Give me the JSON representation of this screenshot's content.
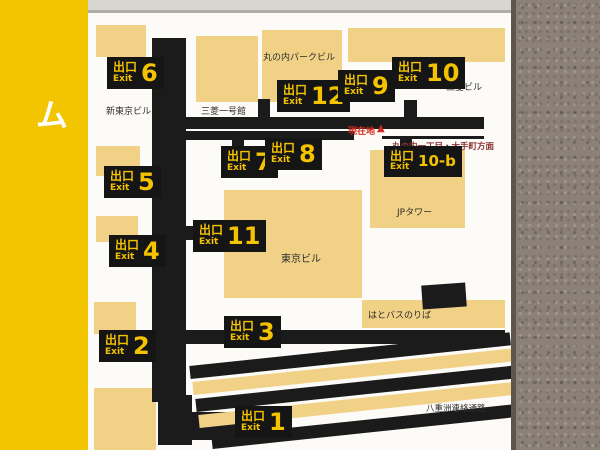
{
  "frame": {
    "strip_char": "ム"
  },
  "exits": [
    {
      "jp": "出口",
      "en": "Exit",
      "num": "6"
    },
    {
      "jp": "出口",
      "en": "Exit",
      "num": "12"
    },
    {
      "jp": "出口",
      "en": "Exit",
      "num": "9"
    },
    {
      "jp": "出口",
      "en": "Exit",
      "num": "10"
    },
    {
      "jp": "出口",
      "en": "Exit",
      "num": "7"
    },
    {
      "jp": "出口",
      "en": "Exit",
      "num": "8"
    },
    {
      "jp": "出口",
      "en": "Exit",
      "num": "10-b"
    },
    {
      "jp": "出口",
      "en": "Exit",
      "num": "5"
    },
    {
      "jp": "出口",
      "en": "Exit",
      "num": "11"
    },
    {
      "jp": "出口",
      "en": "Exit",
      "num": "4"
    },
    {
      "jp": "出口",
      "en": "Exit",
      "num": "3"
    },
    {
      "jp": "出口",
      "en": "Exit",
      "num": "2"
    },
    {
      "jp": "出口",
      "en": "Exit",
      "num": "1"
    }
  ],
  "buildings": {
    "marunouchi_park": "丸の内パークビル",
    "mitsubishi_ichigokan": "三菱一号館",
    "shin_tokyo": "新東京ビル",
    "mitsubishi": "三菱ビル",
    "jp_tower": "JPタワー",
    "tokyo_building": "東京ビル",
    "hato_bus": "はとバスのりば",
    "yaesu_passage": "八重洲連絡通路"
  },
  "markers": {
    "current_location": "現在地",
    "current_symbol": "▲",
    "direction": "丸の内一丁目・大手町方面"
  },
  "colors": {
    "accent_yellow": "#f3c400",
    "badge_black": "#151515",
    "building_tan": "#f1d186",
    "current_red": "#d42a1e",
    "wall_gray": "#8b8177"
  }
}
